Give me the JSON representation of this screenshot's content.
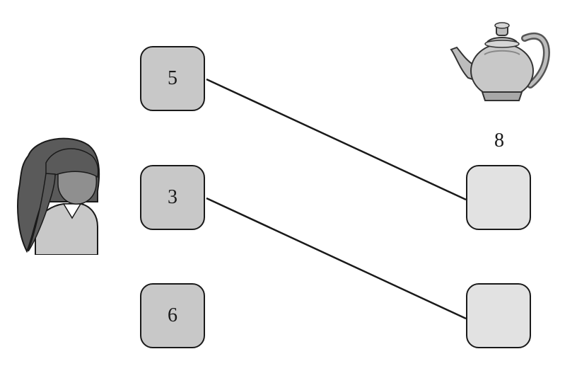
{
  "left_boxes": [
    {
      "value": "5"
    },
    {
      "value": "3"
    },
    {
      "value": "6"
    }
  ],
  "right_boxes": [
    {
      "value": ""
    },
    {
      "value": ""
    }
  ],
  "teapot_value": "8",
  "connections": [
    {
      "from": "5",
      "to": "right-box-1"
    },
    {
      "from": "3",
      "to": "right-box-2"
    }
  ],
  "icons": {
    "person": "girl-icon",
    "object": "teapot-icon"
  },
  "colors": {
    "left_box_fill": "#c8c8c8",
    "right_box_fill": "#e2e2e2",
    "stroke": "#1a1a1a"
  }
}
